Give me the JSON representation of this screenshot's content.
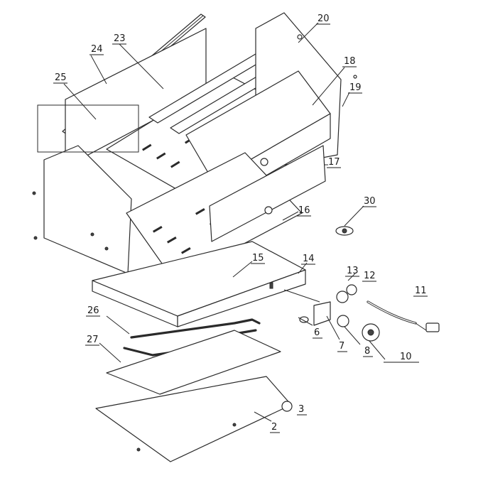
{
  "callouts": [
    {
      "label": "20"
    },
    {
      "label": "23"
    },
    {
      "label": "24"
    },
    {
      "label": "18"
    },
    {
      "label": "19"
    },
    {
      "label": "25"
    },
    {
      "label": "17"
    },
    {
      "label": "30"
    },
    {
      "label": "16"
    },
    {
      "label": "15"
    },
    {
      "label": "14"
    },
    {
      "label": "13"
    },
    {
      "label": "12"
    },
    {
      "label": "11"
    },
    {
      "label": "26"
    },
    {
      "label": "6"
    },
    {
      "label": "7"
    },
    {
      "label": "8"
    },
    {
      "label": "10"
    },
    {
      "label": "27"
    },
    {
      "label": "3"
    },
    {
      "label": "2"
    }
  ]
}
